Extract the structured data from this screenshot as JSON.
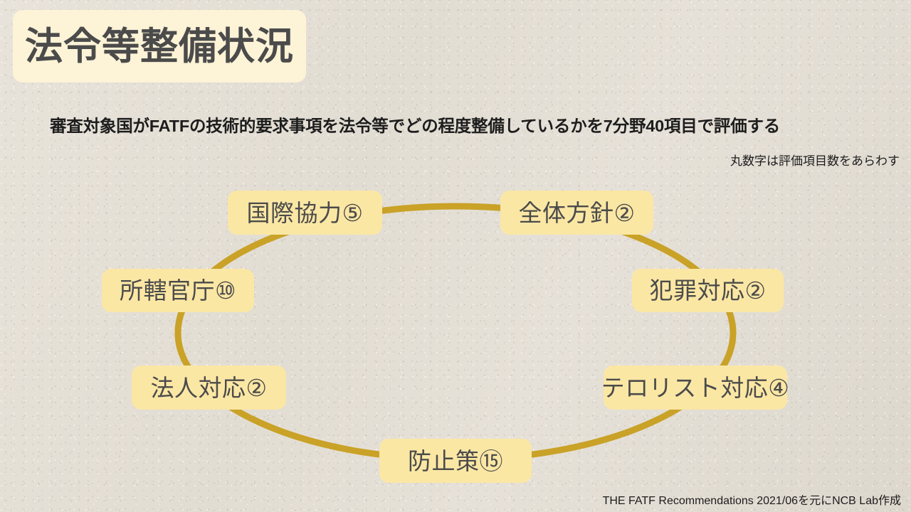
{
  "slide": {
    "title": "法令等整備状況",
    "subtitle": "審査対象国がFATFの技術的要求事項を法令等でどの程度整備しているかを7分野40項目で評価する",
    "note": "丸数字は評価項目数をあらわす",
    "footer": "THE FATF Recommendations 2021/06を元にNCB Lab作成"
  },
  "colors": {
    "background": "#e4dfd6",
    "title_box": "#fdf3d7",
    "category_box": "#fbe7a4",
    "ring": "#c9a227",
    "text_dark": "#4b4b4b",
    "text_body": "#1d1d1d"
  },
  "diagram": {
    "type": "cycle-ring",
    "ring_color": "#c9a227",
    "total_items": 40,
    "total_areas": 7,
    "categories": [
      {
        "label": "全体方針②",
        "name": "全体方針",
        "count": 2,
        "position": "top-right"
      },
      {
        "label": "犯罪対応②",
        "name": "犯罪対応",
        "count": 2,
        "position": "right-upper"
      },
      {
        "label": "テロリスト対応④",
        "name": "テロリスト対応",
        "count": 4,
        "position": "right-lower"
      },
      {
        "label": "防止策⑮",
        "name": "防止策",
        "count": 15,
        "position": "bottom"
      },
      {
        "label": "法人対応②",
        "name": "法人対応",
        "count": 2,
        "position": "left-lower"
      },
      {
        "label": "所轄官庁⑩",
        "name": "所轄官庁",
        "count": 10,
        "position": "left-upper"
      },
      {
        "label": "国際協力⑤",
        "name": "国際協力",
        "count": 5,
        "position": "top-left"
      }
    ]
  }
}
